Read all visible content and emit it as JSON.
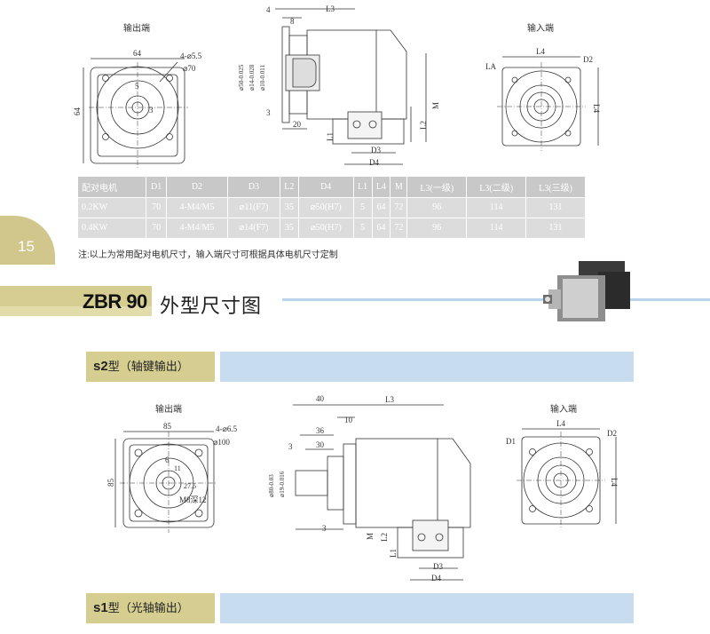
{
  "page_number": "15",
  "zbr60": {
    "output_view_title": "输出端",
    "input_view_title": "输入端",
    "output_dims": {
      "width": "64",
      "height": "64",
      "bolt": "4-⌀5.5",
      "pcd": "⌀70",
      "key_w": "5",
      "key_h": "3"
    },
    "side_dims": {
      "d4": "4",
      "d8": "8",
      "L3": "L3",
      "shaft_dia": "⌀50-0.025",
      "shaft_dia2": "⌀14-0.028",
      "shaft_dia3": "⌀10-0.011",
      "d3": "3",
      "d20": "20",
      "L2": "L2",
      "M": "M",
      "L1": "L1",
      "D3": "D3",
      "D4": "D4"
    },
    "input_dims": {
      "L4": "L4",
      "D2": "D2",
      "L4v": "L4",
      "LA": "LA"
    }
  },
  "table": {
    "headers": [
      "配对电机",
      "D1",
      "D2",
      "D3",
      "L2",
      "D4",
      "L1",
      "L4",
      "M",
      "L3(一级)",
      "L3(二级)",
      "L3(三级)"
    ],
    "rows": [
      [
        "0.2KW",
        "70",
        "4-M4/M5",
        "⌀11(F7)",
        "35",
        "⌀50(H7)",
        "5",
        "64",
        "72",
        "96",
        "114",
        "131"
      ],
      [
        "0.4KW",
        "70",
        "4-M4/M5",
        "⌀14(F7)",
        "35",
        "⌀50(H7)",
        "5",
        "64",
        "72",
        "96",
        "114",
        "131"
      ]
    ]
  },
  "note": "注:以上为常用配对电机尺寸，输入端尺寸可根据具体电机尺寸定制",
  "section": {
    "code": "ZBR 90",
    "title": "外型尺寸图"
  },
  "s2": {
    "code": "s2",
    "label": "型（轴键输出）"
  },
  "s1": {
    "code": "s1",
    "label": "型（光轴输出）"
  },
  "zbr90": {
    "output_view_title": "输出端",
    "input_view_title": "输入端",
    "output_dims": {
      "width": "85",
      "height": "85",
      "bolt": "4-⌀6.5",
      "pcd": "⌀100",
      "key_w": "6",
      "key_h": "M8深12",
      "d11": "11",
      "d275": "27.5"
    },
    "side_dims": {
      "d40": "40",
      "d10": "10",
      "L3": "L3",
      "d36": "36",
      "d30": "30",
      "d3": "3",
      "shaft_a": "⌀80-0.03",
      "shaft_b": "⌀19-0.016",
      "d3b": "3",
      "M": "M",
      "L2": "L2",
      "L1": "L1",
      "D3": "D3",
      "D4": "D4"
    },
    "input_dims": {
      "L4": "L4",
      "D1": "D1",
      "D2": "D2",
      "L4v": "L4"
    }
  },
  "colors": {
    "tab": "#d1c68c",
    "band_blue": "#c7dcee",
    "line_blue": "#b8d3ea",
    "table_bg": "#dcdcdc"
  }
}
